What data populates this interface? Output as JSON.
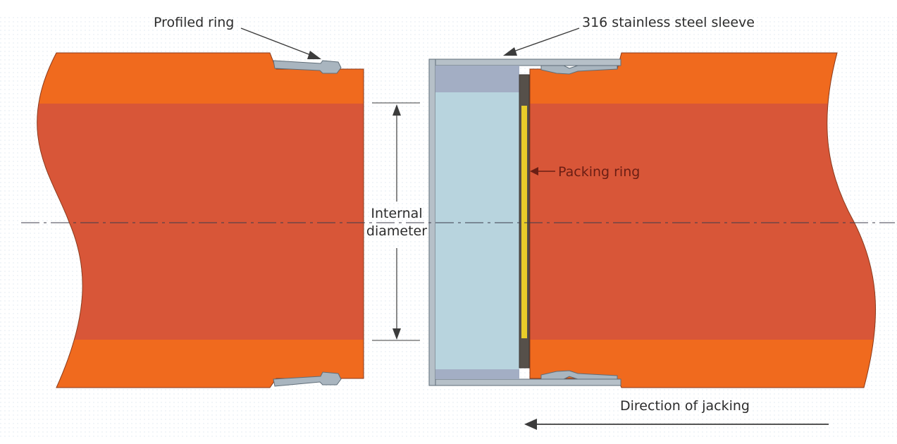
{
  "labels": {
    "profiled_ring": "Profiled ring",
    "sleeve": "316 stainless steel sleeve",
    "packing_ring": "Packing ring",
    "internal_line1": "Internal",
    "internal_line2": "diameter",
    "direction": "Direction of jacking"
  },
  "colors": {
    "pipe_wall": "#f06a1e",
    "pipe_bore": "#d85638",
    "sleeve_fill": "#b8d4de",
    "sleeve_metal": "#8e9aa4",
    "packing": "#e8cc2a",
    "background_dots": "#dde6ee"
  }
}
